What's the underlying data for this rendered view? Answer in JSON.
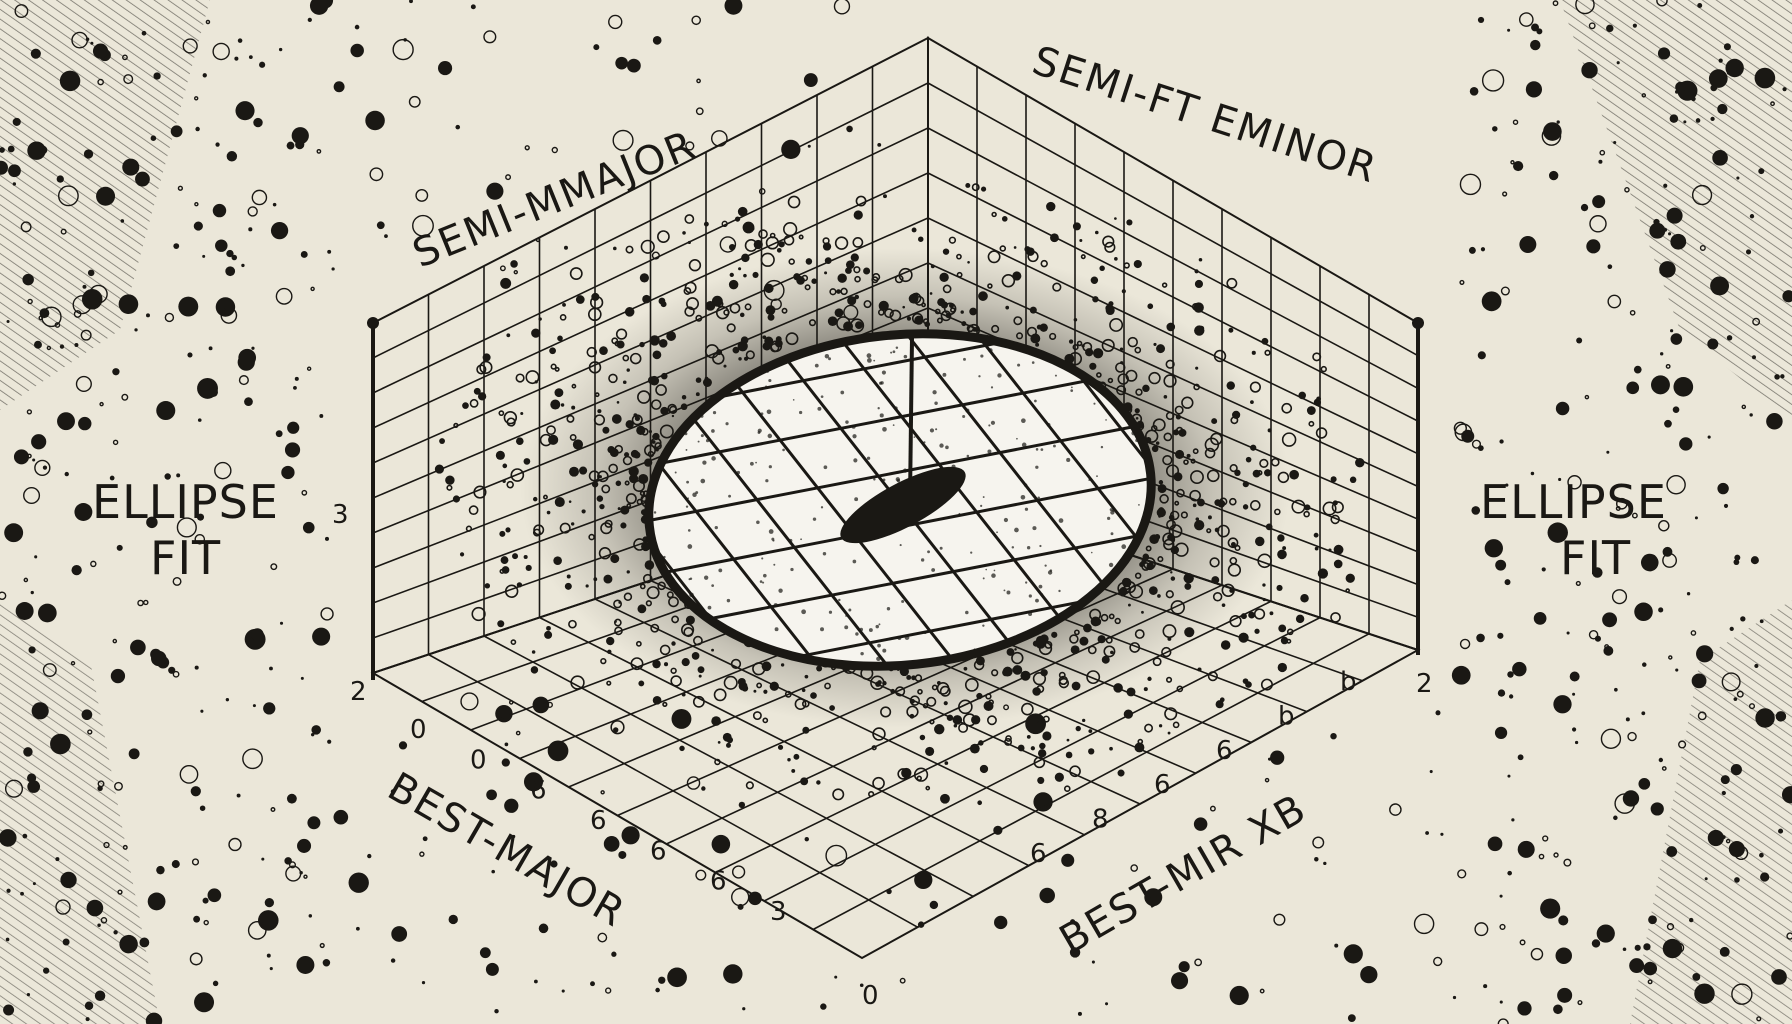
{
  "colors": {
    "paper": "#ebe7d9",
    "ink": "#1a1814",
    "ellipse_fill": "#f6f4ee"
  },
  "labels": {
    "left_title": [
      "ELLIPSE",
      "FIT"
    ],
    "right_title": [
      "ELLIPSE",
      "FIT"
    ],
    "top_left_axis": "SEMI-MMAJOR",
    "top_right_axis": "SEMI-FT EMINOR",
    "bottom_left_axis": "BEST-MAJOR",
    "bottom_right_axis": "BEST-MIR XB"
  },
  "ticks": {
    "left_wall": "3",
    "left_corner": "2",
    "right_corner": "2",
    "bottom_origin": "0",
    "left_floor": [
      "0",
      "0",
      "6",
      "6",
      "6",
      "6",
      "3"
    ],
    "right_floor": [
      "6",
      "8",
      "6",
      "6",
      "b",
      "b"
    ]
  }
}
